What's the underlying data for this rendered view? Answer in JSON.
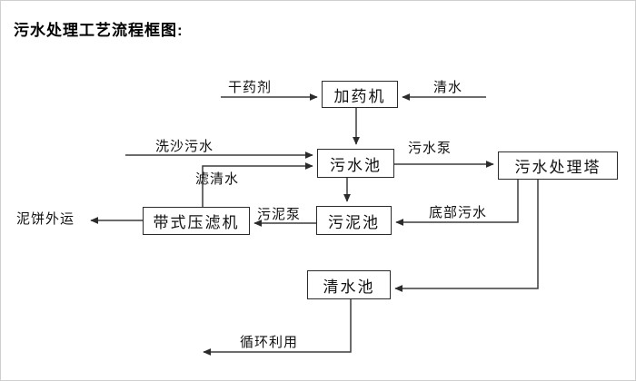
{
  "title": "污水处理工艺流程框图:",
  "nodes": {
    "dosing_machine": "加药机",
    "sewage_pool": "污水池",
    "treatment_tower": "污水处理塔",
    "sludge_pool": "污泥池",
    "belt_filter_press": "带式压滤机",
    "clean_water_pool": "清水池"
  },
  "edge_labels": {
    "dry_chemical": "干药剂",
    "clean_water": "清水",
    "sand_washing_sewage": "洗沙污水",
    "sewage_pump": "污水泵",
    "filtered_water": "滤清水",
    "sludge_pump": "污泥泵",
    "bottom_sewage": "底部污水",
    "mud_cake_transport": "泥饼外运",
    "recycling": "循环利用"
  },
  "colors": {
    "line": "#3c3c3c",
    "box_border": "#2b2b2b",
    "text": "#111111",
    "background": "#ffffff"
  }
}
